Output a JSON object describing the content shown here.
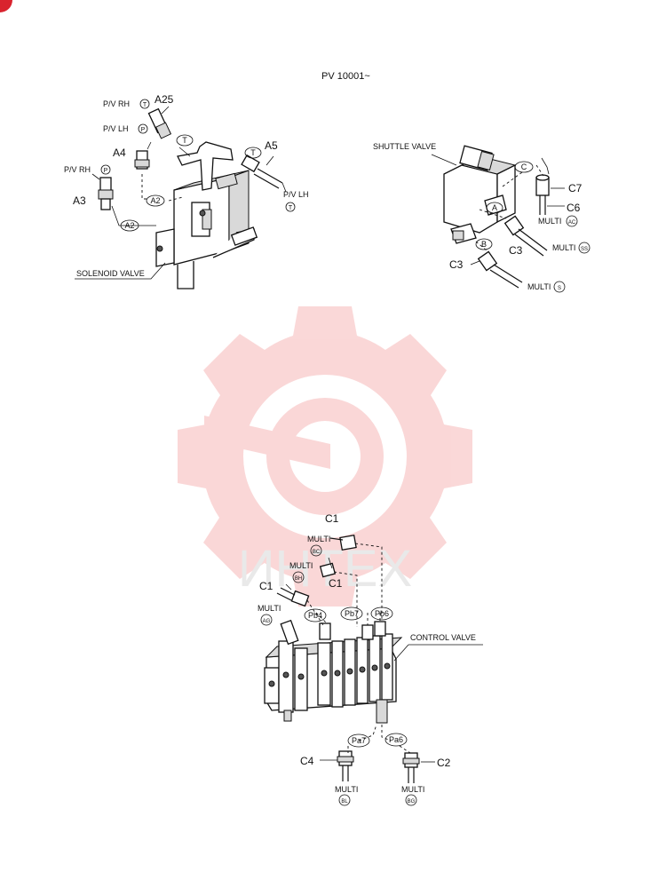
{
  "header": {
    "serial_range": "PV 10001~"
  },
  "watermark": {
    "text": "ИНТЕХ",
    "color": "#f5b3b3"
  },
  "corner_badge": {
    "color": "#d9232e"
  },
  "solenoid_group": {
    "title": "SOLENOID VALVE",
    "labels": {
      "pv_rh_t": "P/V RH",
      "a25": "A25",
      "pv_lh_p": "P/V LH",
      "a4": "A4",
      "pv_rh_p": "P/V RH",
      "a3": "A3",
      "a2_top": "A2",
      "a2_bottom": "A2",
      "t_top": "T",
      "t_right": "T",
      "a5": "A5",
      "pv_lh_t": "P/V LH",
      "circ_t1": "T",
      "circ_p1": "P",
      "circ_p2": "P",
      "circ_t2": "T"
    }
  },
  "shuttle_group": {
    "title": "SHUTTLE VALVE",
    "labels": {
      "c": "C",
      "c7": "C7",
      "c6": "C6",
      "multi_ac": "MULTI",
      "ac": "AC",
      "a": "A",
      "c3_right": "C3",
      "multi_ss": "MULTI",
      "ss": "SS",
      "b": "B",
      "c3_left": "C3",
      "multi_s": "MULTI",
      "s": "S"
    }
  },
  "control_group": {
    "title": "CONTROL VALVE",
    "labels": {
      "c1_top": "C1",
      "multi_bc": "MULTI",
      "bc": "BC",
      "multi_bh": "MULTI",
      "bh": "BH",
      "c1_mid": "C1",
      "c1_left": "C1",
      "multi_ag": "MULTI",
      "ag": "AG",
      "pb4": "Pb4",
      "pb7": "Pb7",
      "pb6": "Pb6",
      "pa7": "Pa7",
      "pa6": "Pa6",
      "c4": "C4",
      "c2": "C2",
      "multi_bl": "MULTI",
      "bl": "BL",
      "multi_bg": "MULTI",
      "bg": "BG"
    }
  }
}
